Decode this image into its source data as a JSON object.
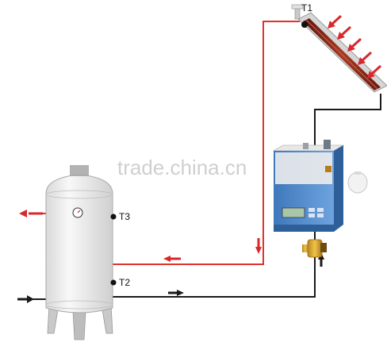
{
  "labels": {
    "t1": "T1",
    "t2": "T2",
    "t3": "T3"
  },
  "watermark": "trade.china.cn",
  "colors": {
    "hot_pipe": "#e0312a",
    "cold_pipe": "#1a1a1a",
    "arrow_red": "#d8282c",
    "controller_blue": "#4d86c6",
    "tank_body": "#ececec",
    "collector_frame": "#d6d6d6",
    "collector_panel": "#7a1d12"
  },
  "icons": {
    "sun_rays": "red-arrow-icon",
    "pressure_gauge": "gauge-icon",
    "pump_valve": "pump-valve-icon",
    "expansion_vessel": "expansion-vessel-icon"
  }
}
